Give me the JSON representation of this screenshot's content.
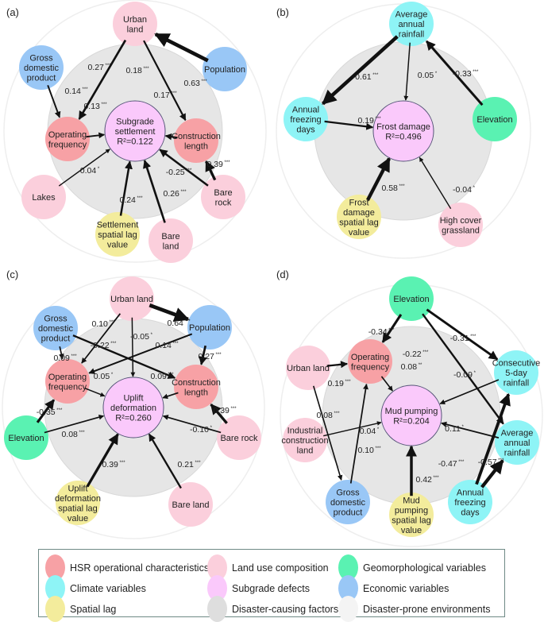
{
  "colors": {
    "hsr": "#f7a1a5",
    "landuse": "#fbcfdc",
    "geomorph": "#5af2b2",
    "climate": "#8ef4f6",
    "defect": "#fac9fb",
    "economic": "#99c7f6",
    "spatial": "#f3ec9c",
    "causing": "#dedede",
    "prone": "#f4f4f4"
  },
  "panels": [
    {
      "label": "(a)",
      "center": {
        "lines": [
          "Subgrade",
          "settlement",
          "R²=0.122"
        ],
        "cat": "defect"
      },
      "nodes": {
        "urban": {
          "lines": [
            "Urban",
            "land"
          ],
          "cat": "landuse"
        },
        "gdp": {
          "lines": [
            "Gross",
            "domestic",
            "product"
          ],
          "cat": "economic"
        },
        "pop": {
          "lines": [
            "Population"
          ],
          "cat": "economic"
        },
        "opf": {
          "lines": [
            "Operating",
            "frequency"
          ],
          "cat": "hsr"
        },
        "cl": {
          "lines": [
            "Construction",
            "length"
          ],
          "cat": "hsr"
        },
        "lakes": {
          "lines": [
            "Lakes"
          ],
          "cat": "landuse"
        },
        "br": {
          "lines": [
            "Bare",
            "rock"
          ],
          "cat": "landuse"
        },
        "slv": {
          "lines": [
            "Settlement",
            "spatial lag",
            "value"
          ],
          "cat": "spatial"
        },
        "bl": {
          "lines": [
            "Bare",
            "land"
          ],
          "cat": "landuse"
        }
      },
      "edges": [
        {
          "from": "urban",
          "to": "opf",
          "coef": "0.27",
          "sig": "***"
        },
        {
          "from": "urban",
          "to": "cl",
          "coef": "0.18",
          "sig": "***"
        },
        {
          "from": "pop",
          "to": "urban",
          "coef": "0.63",
          "sig": "***"
        },
        {
          "from": "gdp",
          "to": "opf",
          "coef": "0.14",
          "sig": "***"
        },
        {
          "from": "opf",
          "to": "center",
          "coef": "0.13",
          "sig": "***"
        },
        {
          "from": "cl",
          "to": "center",
          "coef": "0.17",
          "sig": "***"
        },
        {
          "from": "lakes",
          "to": "center",
          "coef": "0.04",
          "sig": "*"
        },
        {
          "from": "br",
          "to": "center",
          "coef": "-0.25",
          "sig": "***"
        },
        {
          "from": "br",
          "to": "cl",
          "coef": "0.39",
          "sig": "***"
        },
        {
          "from": "slv",
          "to": "center",
          "coef": "0.24",
          "sig": "***"
        },
        {
          "from": "bl",
          "to": "center",
          "coef": "0.26",
          "sig": "***"
        }
      ]
    },
    {
      "label": "(b)",
      "center": {
        "lines": [
          "Frost damage",
          "R²=0.496"
        ],
        "cat": "defect"
      },
      "nodes": {
        "aar": {
          "lines": [
            "Average",
            "annual",
            "rainfall"
          ],
          "cat": "climate"
        },
        "afd": {
          "lines": [
            "Annual",
            "freezing",
            "days"
          ],
          "cat": "climate"
        },
        "elev": {
          "lines": [
            "Elevation"
          ],
          "cat": "geomorph"
        },
        "fslv": {
          "lines": [
            "Frost",
            "damage",
            "spatial lag",
            "value"
          ],
          "cat": "spatial"
        },
        "hcg": {
          "lines": [
            "High cover",
            "grassland"
          ],
          "cat": "landuse"
        }
      },
      "edges": [
        {
          "from": "aar",
          "to": "afd",
          "coef": "-0.61",
          "sig": "***"
        },
        {
          "from": "aar",
          "to": "center",
          "coef": "0.05",
          "sig": "*"
        },
        {
          "from": "elev",
          "to": "aar",
          "coef": "-0.33",
          "sig": "***"
        },
        {
          "from": "afd",
          "to": "center",
          "coef": "0.19",
          "sig": "***"
        },
        {
          "from": "fslv",
          "to": "center",
          "coef": "0.58",
          "sig": "***"
        },
        {
          "from": "hcg",
          "to": "center",
          "coef": "-0.04",
          "sig": "*"
        }
      ]
    },
    {
      "label": "(c)",
      "center": {
        "lines": [
          "Uplift",
          "deformation",
          "R²=0.260"
        ],
        "cat": "defect"
      },
      "nodes": {
        "urban": {
          "lines": [
            "Urban land"
          ],
          "cat": "landuse"
        },
        "gdp": {
          "lines": [
            "Gross",
            "domestic",
            "product"
          ],
          "cat": "economic"
        },
        "pop": {
          "lines": [
            "Population"
          ],
          "cat": "economic"
        },
        "opf": {
          "lines": [
            "Operating",
            "frequency"
          ],
          "cat": "hsr"
        },
        "cl": {
          "lines": [
            "Construction",
            "length"
          ],
          "cat": "hsr"
        },
        "elev": {
          "lines": [
            "Elevation"
          ],
          "cat": "geomorph"
        },
        "br": {
          "lines": [
            "Bare rock"
          ],
          "cat": "landuse"
        },
        "uslv": {
          "lines": [
            "Uplift",
            "deformation",
            "spatial lag",
            "value"
          ],
          "cat": "spatial"
        },
        "bl": {
          "lines": [
            "Bare land"
          ],
          "cat": "landuse"
        }
      },
      "edges": [
        {
          "from": "urban",
          "to": "opf",
          "coef": "0.10",
          "sig": "***"
        },
        {
          "from": "urban",
          "to": "pop",
          "coef": "0.64",
          "sig": "***"
        },
        {
          "from": "urban",
          "to": "center",
          "coef": "-0.05",
          "sig": "*"
        },
        {
          "from": "gdp",
          "to": "cl",
          "coef": "-0.22",
          "sig": "***"
        },
        {
          "from": "pop",
          "to": "opf",
          "coef": "0.14",
          "sig": "***"
        },
        {
          "from": "gdp",
          "to": "opf",
          "coef": "0.09",
          "sig": "***"
        },
        {
          "from": "pop",
          "to": "cl",
          "coef": "0.27",
          "sig": "***"
        },
        {
          "from": "opf",
          "to": "center",
          "coef": "0.05",
          "sig": "*"
        },
        {
          "from": "cl",
          "to": "center",
          "coef": "0.09",
          "sig": "***"
        },
        {
          "from": "elev",
          "to": "opf",
          "coef": "-0.35",
          "sig": "***"
        },
        {
          "from": "elev",
          "to": "center",
          "coef": "0.08",
          "sig": "***"
        },
        {
          "from": "br",
          "to": "cl",
          "coef": "0.39",
          "sig": "***"
        },
        {
          "from": "br",
          "to": "center",
          "coef": "-0.10",
          "sig": "*"
        },
        {
          "from": "uslv",
          "to": "center",
          "coef": "0.39",
          "sig": "***"
        },
        {
          "from": "bl",
          "to": "center",
          "coef": "0.21",
          "sig": "***"
        }
      ]
    },
    {
      "label": "(d)",
      "center": {
        "lines": [
          "Mud pumping",
          "R²=0.204"
        ],
        "cat": "defect"
      },
      "nodes": {
        "elev": {
          "lines": [
            "Elevation"
          ],
          "cat": "geomorph"
        },
        "opf": {
          "lines": [
            "Operating",
            "frequency"
          ],
          "cat": "hsr"
        },
        "urban": {
          "lines": [
            "Urban land"
          ],
          "cat": "landuse"
        },
        "c5d": {
          "lines": [
            "Consecutive",
            "5-day",
            "rainfall"
          ],
          "cat": "climate"
        },
        "icl": {
          "lines": [
            "Industrial",
            "construction",
            "land"
          ],
          "cat": "landuse"
        },
        "aar": {
          "lines": [
            "Average",
            "annual",
            "rainfall"
          ],
          "cat": "climate"
        },
        "gdp": {
          "lines": [
            "Gross",
            "domestic",
            "product"
          ],
          "cat": "economic"
        },
        "mslv": {
          "lines": [
            "Mud",
            "pumping",
            "spatial lag",
            "value"
          ],
          "cat": "spatial"
        },
        "afd": {
          "lines": [
            "Annual",
            "freezing",
            "days"
          ],
          "cat": "climate"
        }
      },
      "edges": [
        {
          "from": "elev",
          "to": "opf",
          "coef": "-0.34",
          "sig": "***"
        },
        {
          "from": "elev",
          "to": "c5d",
          "coef": "-0.31",
          "sig": "***"
        },
        {
          "from": "elev",
          "to": "aar",
          "coef": "-0.22",
          "sig": "***"
        },
        {
          "from": "opf",
          "to": "center",
          "coef": "0.08",
          "sig": "**"
        },
        {
          "from": "c5d",
          "to": "center",
          "coef": "-0.09",
          "sig": "*"
        },
        {
          "from": "urban",
          "to": "opf",
          "coef": "0.19",
          "sig": "***"
        },
        {
          "from": "urban",
          "to": "gdp",
          "coef": "0.08",
          "sig": "***"
        },
        {
          "from": "icl",
          "to": "center",
          "coef": "0.04",
          "sig": "*"
        },
        {
          "from": "gdp",
          "to": "opf",
          "coef": "0.10",
          "sig": "***"
        },
        {
          "from": "aar",
          "to": "center",
          "coef": "0.11",
          "sig": "*"
        },
        {
          "from": "afd",
          "to": "c5d",
          "coef": "-0.47",
          "sig": "***"
        },
        {
          "from": "afd",
          "to": "aar",
          "coef": "-0.57",
          "sig": "***"
        },
        {
          "from": "mslv",
          "to": "center",
          "coef": "0.42",
          "sig": "***"
        }
      ]
    }
  ],
  "legend": [
    {
      "label": "HSR operational characteristics",
      "cat": "hsr"
    },
    {
      "label": "Land use composition",
      "cat": "landuse"
    },
    {
      "label": "Geomorphological variables",
      "cat": "geomorph"
    },
    {
      "label": "Climate variables",
      "cat": "climate"
    },
    {
      "label": "Subgrade defects",
      "cat": "defect"
    },
    {
      "label": "Economic variables",
      "cat": "economic"
    },
    {
      "label": "Spatial lag",
      "cat": "spatial"
    },
    {
      "label": "Disaster-causing factors",
      "cat": "causing"
    },
    {
      "label": "Disaster-prone environments",
      "cat": "prone"
    }
  ]
}
